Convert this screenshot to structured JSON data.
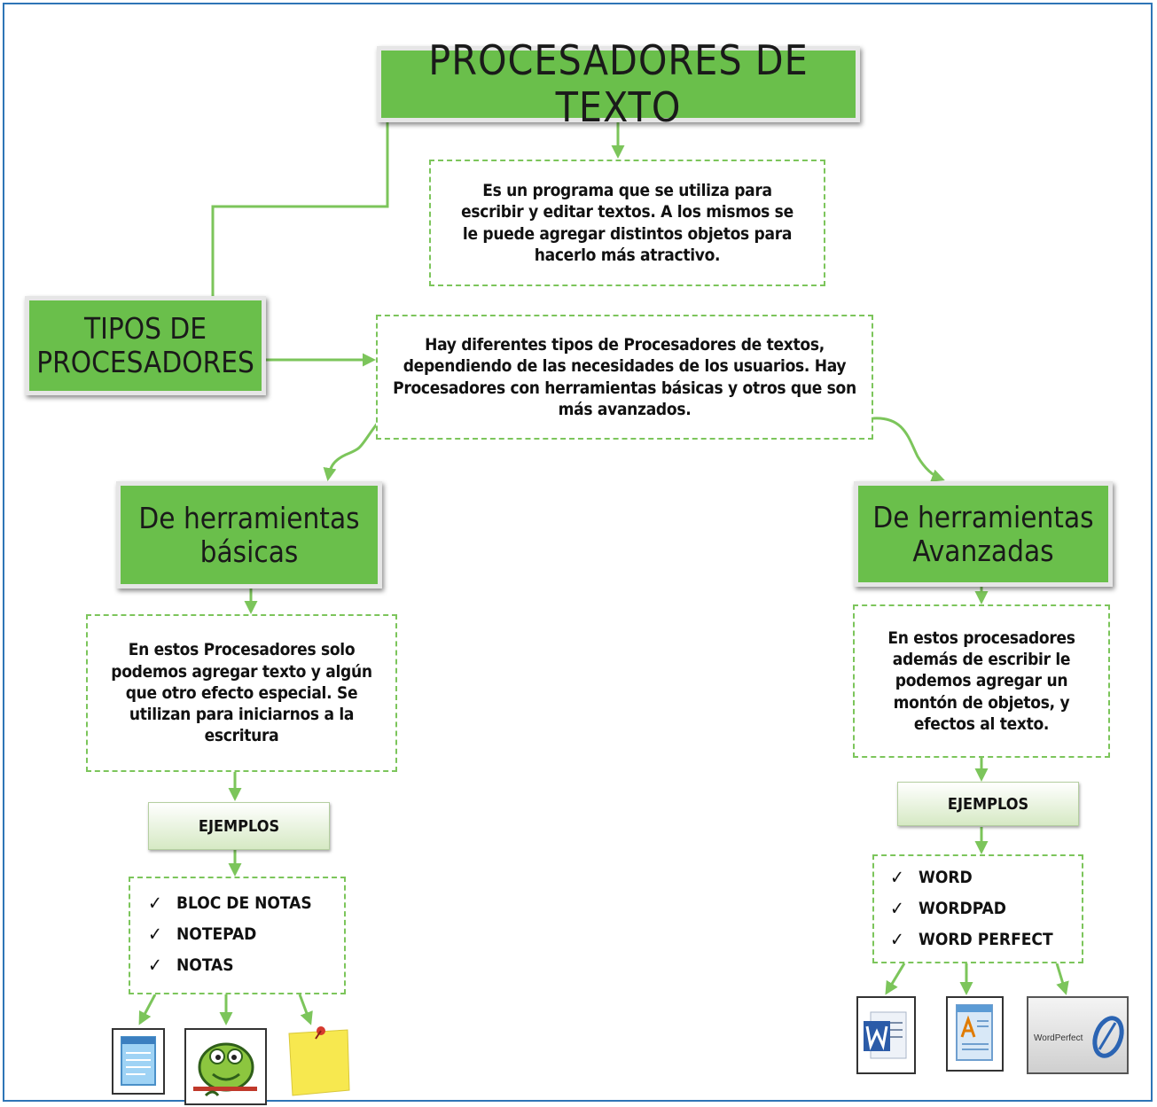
{
  "title": "PROCESADORES DE TEXTO",
  "definition": "Es un programa que se utiliza para escribir y editar textos. A los mismos se le puede agregar distintos objetos para hacerlo más atractivo.",
  "types": {
    "title": "TIPOS DE PROCESADORES",
    "description": "Hay diferentes tipos de Procesadores de textos, dependiendo de las necesidades de los usuarios. Hay Procesadores con herramientas básicas y otros que son más avanzados."
  },
  "basic": {
    "title": "De herramientas básicas",
    "description": "En estos Procesadores solo podemos agregar texto y algún que otro efecto especial. Se utilizan para iniciarnos a la escritura",
    "examples_label": "EJEMPLOS",
    "examples": [
      "BLOC DE NOTAS",
      "NOTEPAD",
      "NOTAS"
    ],
    "icons": [
      "notepad-icon",
      "notepad-plus-plus-icon",
      "sticky-notes-icon"
    ]
  },
  "advanced": {
    "title": "De herramientas Avanzadas",
    "description": "En estos procesadores además de escribir le podemos agregar un montón de objetos, y efectos al texto.",
    "examples_label": "EJEMPLOS",
    "examples": [
      "WORD",
      "WORDPAD",
      "WORD PERFECT"
    ],
    "icons": [
      "word-icon",
      "wordpad-icon",
      "wordperfect-icon"
    ],
    "wordperfect_logo_text": "WordPerfect"
  },
  "check_mark": "✓",
  "colors": {
    "green_box": "#6abf4b",
    "connector": "#7cc55b",
    "frame": "#2e75b6"
  }
}
